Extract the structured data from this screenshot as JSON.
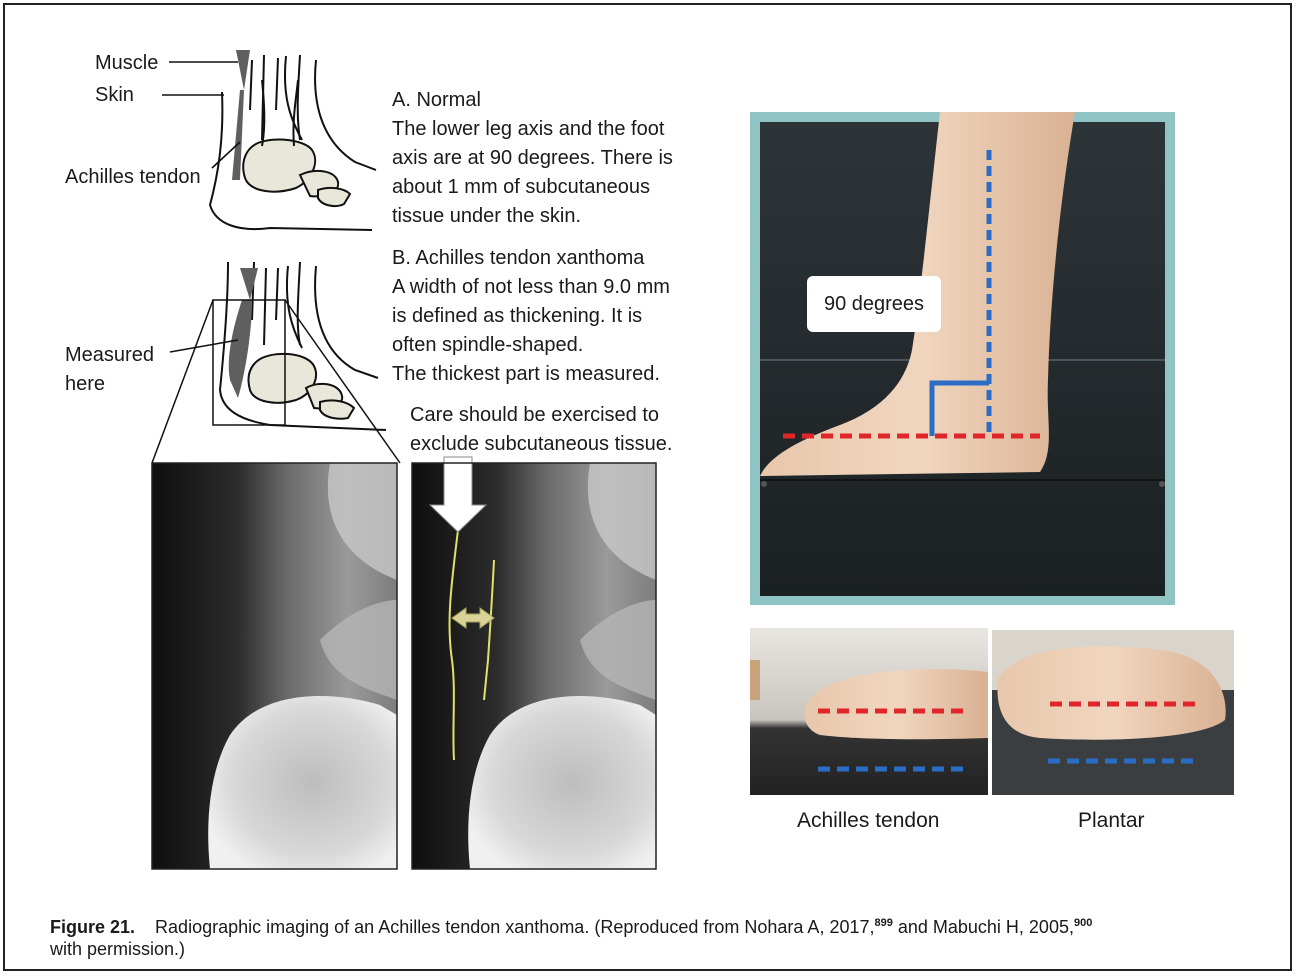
{
  "diagram_a": {
    "label_muscle": "Muscle",
    "label_skin": "Skin",
    "label_tendon": "Achilles tendon",
    "heading": "A.   Normal",
    "lines": [
      "The lower leg axis and the foot",
      "axis are at 90 degrees. There is",
      "about 1 mm of subcutaneous",
      "tissue under the skin."
    ]
  },
  "diagram_b": {
    "label_measured_1": "Measured",
    "label_measured_2": "here",
    "heading": "B.   Achilles tendon xanthoma",
    "lines": [
      "A width of not less than 9.0 mm",
      "is defined as thickening. It is",
      "often spindle-shaped.",
      "The thickest part is measured."
    ],
    "care_lines": [
      "Care should be exercised  to",
      "exclude subcutaneous tissue."
    ]
  },
  "photos": {
    "angle_label": "90 degrees",
    "left_label": "Achilles tendon",
    "right_label": "Plantar",
    "colors": {
      "red_line": "#e0262b",
      "blue_line": "#2b6cc4",
      "frame": "#8fc3c4"
    }
  },
  "caption": {
    "figure": "Figure 21.",
    "text": "Radiographic imaging of an Achilles tendon xanthoma. (Reproduced from Nohara A, 2017,",
    "ref1": "899",
    "mid": " and Mabuchi H, 2005,",
    "ref2": "900",
    "end": "with permission.)"
  }
}
